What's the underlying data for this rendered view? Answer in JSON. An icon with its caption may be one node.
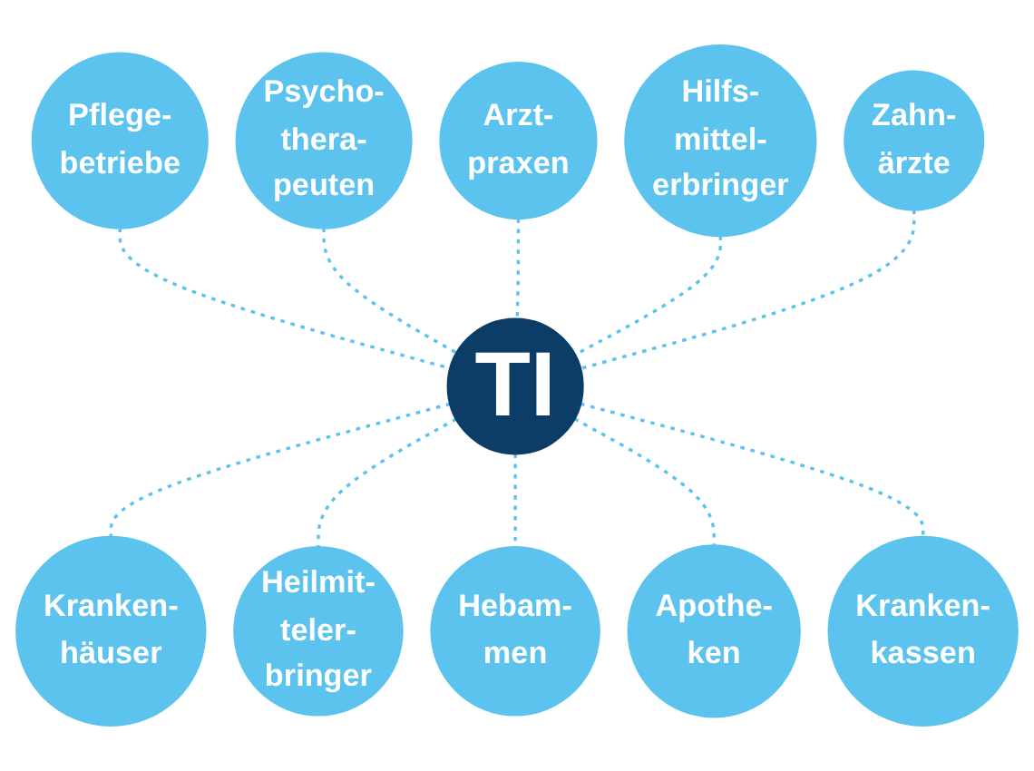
{
  "diagram": {
    "nodes": [
      {
        "text": [
          "Pflege- betriebe"
        ]
      },
      {
        "text": [
          "Psycho- thera- peuten"
        ]
      },
      {
        "text": [
          "Arzt- praxen"
        ]
      },
      {
        "text": [
          "Hilfs- mittel- erbringer"
        ]
      },
      {
        "text": [
          "Zahn- ärzte"
        ]
      },
      {
        "text": [
          "TI"
        ]
      },
      {
        "text": [
          "Kranken- häuser"
        ]
      },
      {
        "text": [
          "Heilmit- teler- bringer"
        ]
      },
      {
        "text": [
          "Hebam- men"
        ]
      },
      {
        "text": [
          "Apothe- ken"
        ]
      },
      {
        "text": [
          "Kranken- kassen"
        ]
      }
    ],
    "edges": [
      {
        "from": 5,
        "to": 0,
        "arrow": "none",
        "style": "dashed"
      },
      {
        "from": 5,
        "to": 1,
        "arrow": "none",
        "style": "dashed"
      },
      {
        "from": 5,
        "to": 2,
        "arrow": "none",
        "style": "dashed"
      },
      {
        "from": 5,
        "to": 3,
        "arrow": "none",
        "style": "dashed"
      },
      {
        "from": 5,
        "to": 4,
        "arrow": "none",
        "style": "dashed"
      },
      {
        "from": 5,
        "to": 6,
        "arrow": "none",
        "style": "dashed"
      },
      {
        "from": 5,
        "to": 7,
        "arrow": "none",
        "style": "dashed"
      },
      {
        "from": 5,
        "to": 8,
        "arrow": "none",
        "style": "dashed"
      },
      {
        "from": 5,
        "to": 9,
        "arrow": "none",
        "style": "dashed"
      },
      {
        "from": 5,
        "to": 10,
        "arrow": "none",
        "style": "dashed"
      }
    ]
  }
}
